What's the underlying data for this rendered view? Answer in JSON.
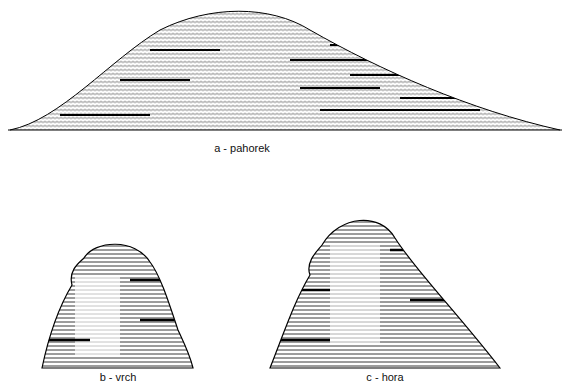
{
  "diagram": {
    "labels": [
      "a - pahorek",
      "b - vrch",
      "c - hora"
    ]
  }
}
